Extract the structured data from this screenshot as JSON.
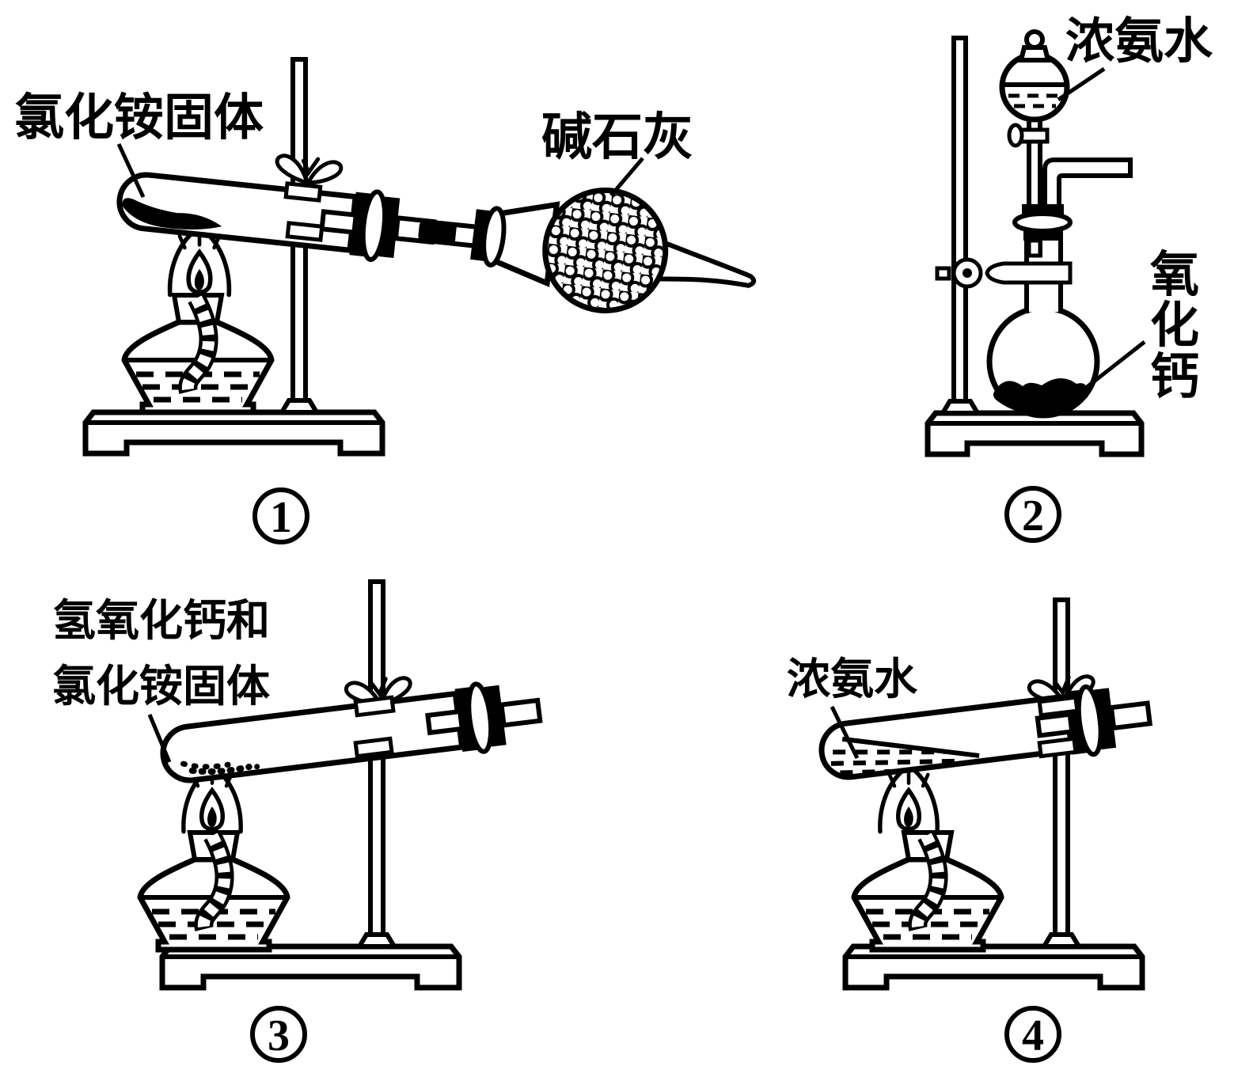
{
  "page": {
    "background_color": "#ffffff",
    "ink_color": "#000000"
  },
  "setups": {
    "s1": {
      "number": "1",
      "reagent_label": "氯化铵固体",
      "dryer_label": "碱石灰"
    },
    "s2": {
      "number": "2",
      "funnel_label": "浓氨水",
      "solid_label": "氧化钙",
      "solid_label_chars": [
        "氧",
        "化",
        "钙"
      ]
    },
    "s3": {
      "number": "3",
      "reagent_label_line1": "氢氧化钙和",
      "reagent_label_line2": "氯化铵固体"
    },
    "s4": {
      "number": "4",
      "reagent_label": "浓氨水"
    }
  }
}
